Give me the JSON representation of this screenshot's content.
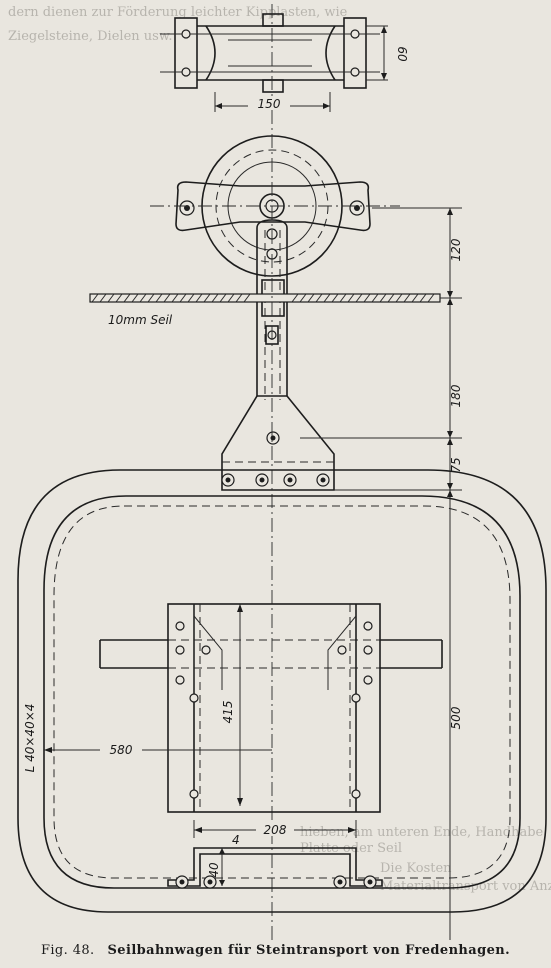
{
  "caption": {
    "figure_number": "Fig. 48.",
    "title": "Seilbahnwagen für Steintransport von Fredenhagen."
  },
  "labels": {
    "rope": "10mm Seil",
    "profile": "L 40×40×4"
  },
  "dimensions": {
    "pulley_width": "150",
    "pulley_height": "60",
    "hanger_upper": "120",
    "hanger_middle": "180",
    "hanger_lower": "75",
    "total_height": "500",
    "half_width": "580",
    "box_height": "415",
    "base_width": "208",
    "base_thickness": "4",
    "base_height": "40"
  },
  "bleed_through": {
    "line1": "dern dienen zur Förderung leichter Kipplasten, wie",
    "line2": "Ziegelsteine, Dielen usw.",
    "line3": "hieben, am unteren Ende, Handhabe",
    "line4": "Platte oder Seil",
    "line5": "Die Kosten",
    "line6": "Materialtransport von Anzahl"
  },
  "colors": {
    "ink": "#1d1d1d",
    "paper": "#e9e6df"
  }
}
